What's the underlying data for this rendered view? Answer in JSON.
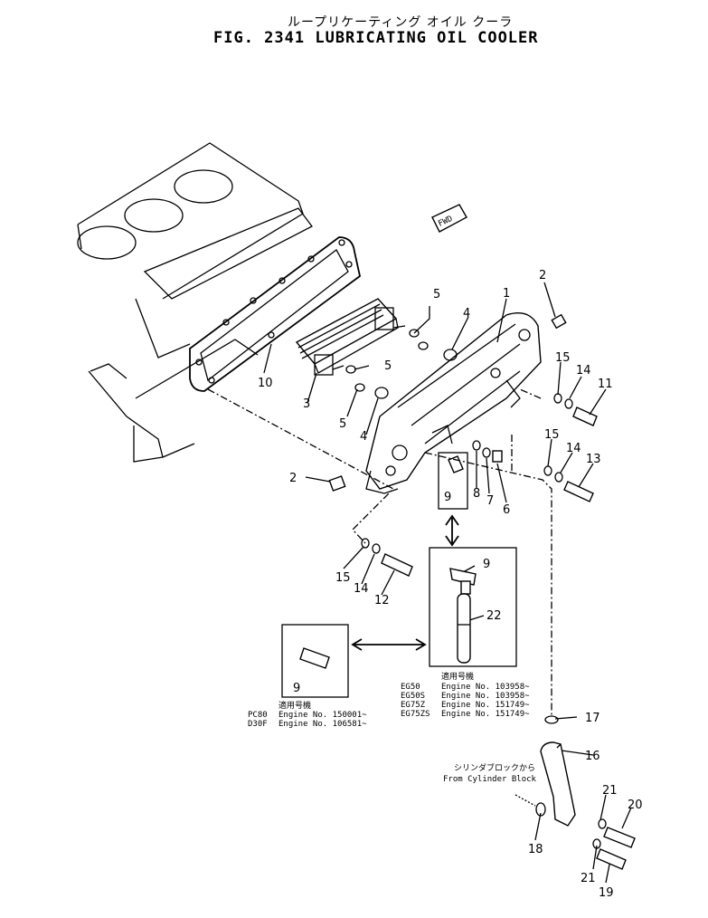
{
  "header": {
    "title_jp": "ループリケーティング オイル クーラ",
    "title_en": "FIG. 2341  LUBRICATING OIL COOLER",
    "fwd_label": "FWD"
  },
  "callouts": {
    "c1": "1",
    "c2a": "2",
    "c2b": "2",
    "c3": "3",
    "c4a": "4",
    "c4b": "4",
    "c5a": "5",
    "c5b": "5",
    "c5c": "5",
    "c6": "6",
    "c7": "7",
    "c8": "8",
    "c9a": "9",
    "c9b": "9",
    "c9c": "9",
    "c10": "10",
    "c11": "11",
    "c12": "12",
    "c13": "13",
    "c14a": "14",
    "c14b": "14",
    "c14c": "14",
    "c15a": "15",
    "c15b": "15",
    "c15c": "15",
    "c16": "16",
    "c17": "17",
    "c18": "18",
    "c19": "19",
    "c20": "20",
    "c21a": "21",
    "c21b": "21",
    "c22": "22"
  },
  "applicability_right": {
    "heading": "適用号機",
    "rows": [
      {
        "model": "EG50",
        "text": "Engine  No. 103958~"
      },
      {
        "model": "EG50S",
        "text": "Engine  No. 103958~"
      },
      {
        "model": "EG75Z",
        "text": "Engine  No. 151749~"
      },
      {
        "model": "EG75ZS",
        "text": "Engine  No. 151749~"
      }
    ]
  },
  "applicability_left": {
    "heading": "適用号機",
    "rows": [
      {
        "model": "PC80",
        "text": "Engine  No. 150001~"
      },
      {
        "model": "D30F",
        "text": "Engine  No. 106581~"
      }
    ]
  },
  "cylinder_note": {
    "jp": "シリンダブロックから",
    "en": "From  Cylinder  Block"
  }
}
